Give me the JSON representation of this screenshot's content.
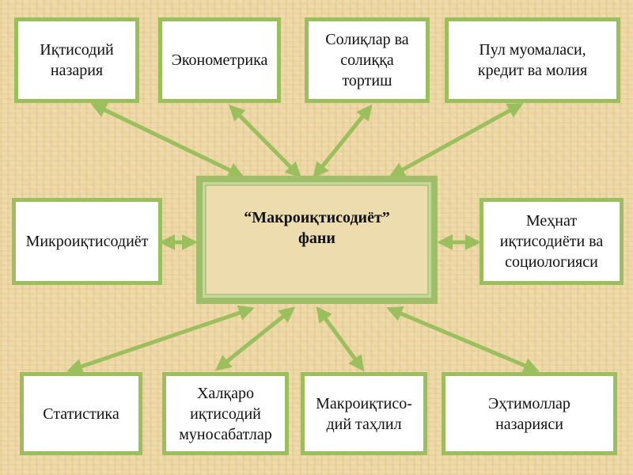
{
  "center": {
    "label": "“Макроиқтисодиёт”\nфани"
  },
  "boxes": {
    "economic_theory": "Иқтисодий\nназария",
    "econometrics": "Эконометрика",
    "taxes": "Солиқлар ва\nсолиққа\nтортиш",
    "money": "Пул муомаласи,\nкредит ва молия",
    "microeconomics": "Микроиқтисодиёт",
    "labor": "Меҳнат\nиқтисодиёти ва\nсоциологияси",
    "statistics": "Статистика",
    "international": "Халқаро\nиқтисодий\nмуносабатлар",
    "macro_analysis": "Макроиқтисо-\nдий таҳлил",
    "probability": "Эҳтимоллар\nназарияси"
  },
  "colors": {
    "arrow": "#9cbf5e",
    "box_border": "#9cbf5e",
    "center_frame": "#9fbe67",
    "center_fill": "#ecdcae",
    "background": "#eed9a8"
  }
}
